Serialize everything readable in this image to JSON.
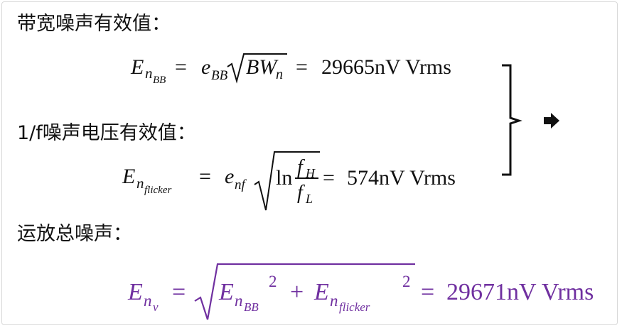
{
  "headings": {
    "broadband": "带宽噪声有效值：",
    "flicker": "1/f噪声电压有效值：",
    "total": "运放总噪声："
  },
  "equations": {
    "broadband": {
      "lhs_E": "E",
      "lhs_n": "n",
      "lhs_sub": "BB",
      "eq": "=",
      "rhs_e": "e",
      "rhs_sub": "BB",
      "radicand_B": "BW",
      "radicand_sub": "n",
      "eq2": "=",
      "result": "29665nV Vrms"
    },
    "flicker": {
      "lhs_E": "E",
      "lhs_n": "n",
      "lhs_sub": "flicker",
      "eq": "=",
      "rhs_e": "e",
      "rhs_sub": "nf",
      "ln": "ln",
      "num_f": "f",
      "num_sub": "H",
      "den_f": "f",
      "den_sub": "L",
      "eq2": "=",
      "result": "574nV Vrms"
    },
    "total": {
      "lhs_E": "E",
      "lhs_n": "n",
      "lhs_sub": "v",
      "eq": "=",
      "t1_E": "E",
      "t1_n": "n",
      "t1_sub": "BB",
      "t1_pow": "2",
      "plus": "+",
      "t2_E": "E",
      "t2_n": "n",
      "t2_sub": "flicker",
      "t2_pow": "2",
      "eq2": "=",
      "result": "29671nV Vrms"
    }
  },
  "arrow_icon": "right-arrow-icon",
  "colors": {
    "text": "#111111",
    "accent": "#7030a0"
  }
}
